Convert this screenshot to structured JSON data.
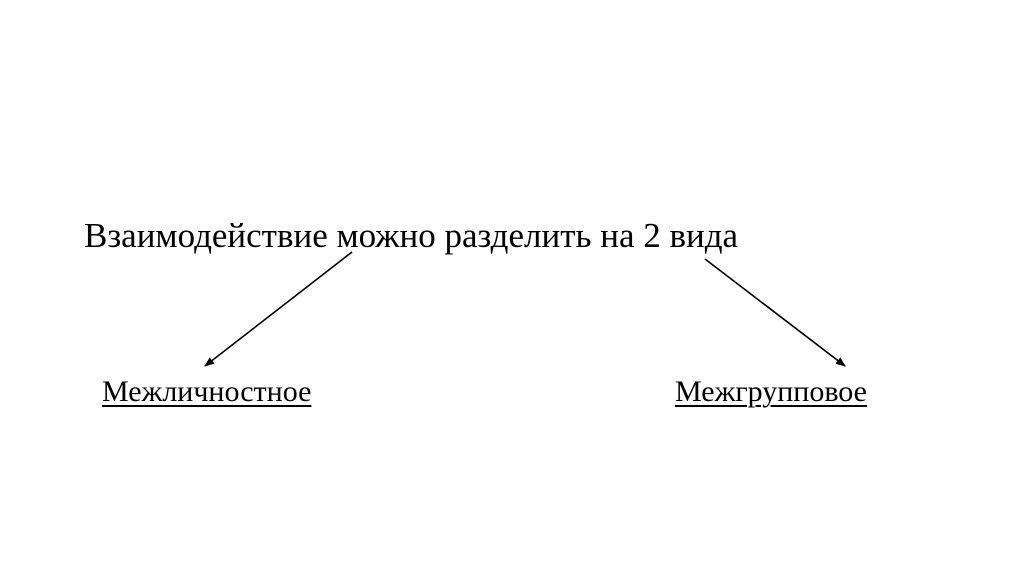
{
  "diagram": {
    "main_text": "Взаимодействие можно разделить на 2 вида",
    "branches": [
      {
        "label": "Межличностное"
      },
      {
        "label": "Межгрупповое"
      }
    ],
    "line_color": "#000000",
    "background_color": "#ffffff"
  }
}
